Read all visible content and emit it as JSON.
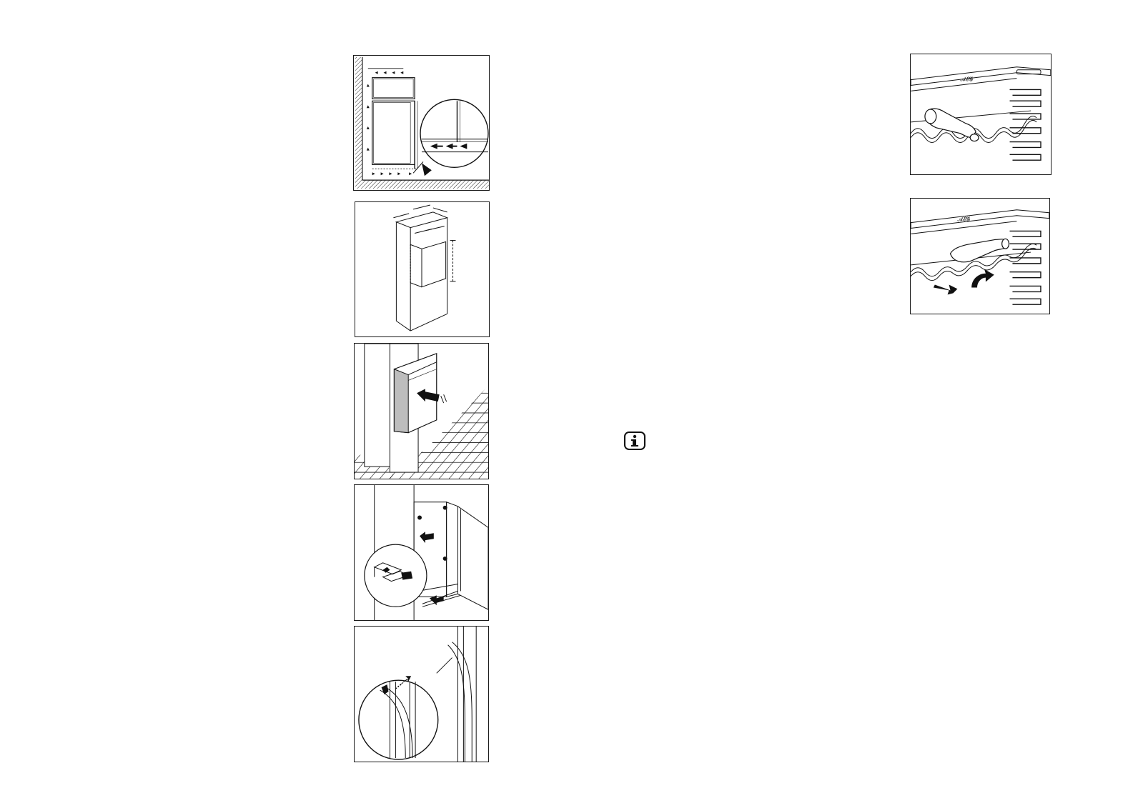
{
  "page": {
    "figures": [
      {
        "id": "fig-1",
        "icon": "ventilation-clearance-diagram"
      },
      {
        "id": "fig-2",
        "icon": "cabinet-niche-dimensions-diagram"
      },
      {
        "id": "fig-3",
        "icon": "insert-appliance-into-niche"
      },
      {
        "id": "fig-4",
        "icon": "fix-appliance-with-screws"
      },
      {
        "id": "fig-5",
        "icon": "attach-cover-strip"
      },
      {
        "id": "fig-6",
        "icon": "bottle-rack-shelf"
      },
      {
        "id": "fig-7",
        "icon": "remove-bottle-rack"
      }
    ],
    "info_icon": "information-icon"
  }
}
